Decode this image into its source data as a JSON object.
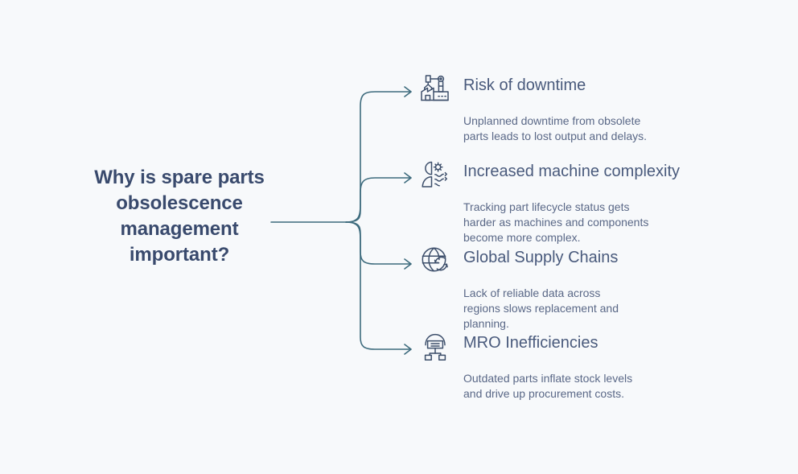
{
  "theme": {
    "background": "#f7f9fb",
    "title_color": "#394a6d",
    "connector_color": "#3d6b7d",
    "icon_color": "#3d4f6b",
    "heading_color": "#495a7c",
    "body_color": "#5a6887"
  },
  "root": {
    "title_lines": [
      "Why is spare parts",
      "obsolescence",
      "management",
      "important?"
    ],
    "title_full": "Why is spare parts obsolescence management important?"
  },
  "branches": [
    {
      "icon": "factory-robot-arm-icon",
      "heading": "Risk of downtime",
      "description_lines": [
        "Unplanned downtime from obsolete",
        "parts leads to lost output and delays."
      ],
      "description": "Unplanned downtime from obsolete parts leads to lost output and delays."
    },
    {
      "icon": "head-gear-complexity-icon",
      "heading": "Increased machine complexity",
      "description_lines": [
        "Tracking part lifecycle status gets",
        "harder as machines and components",
        "become more complex."
      ],
      "description": "Tracking part lifecycle status gets harder as machines and components become more complex."
    },
    {
      "icon": "globe-refresh-icon",
      "heading": "Global Supply Chains",
      "description_lines": [
        "Lack of reliable data across",
        "regions slows replacement and",
        "planning."
      ],
      "description": "Lack of reliable data across regions slows replacement and planning."
    },
    {
      "icon": "warehouse-distribution-icon",
      "heading": "MRO Inefficiencies",
      "description_lines": [
        "Outdated parts inflate stock levels",
        "and drive up procurement costs."
      ],
      "description": "Outdated parts inflate stock levels and drive up procurement costs."
    }
  ]
}
